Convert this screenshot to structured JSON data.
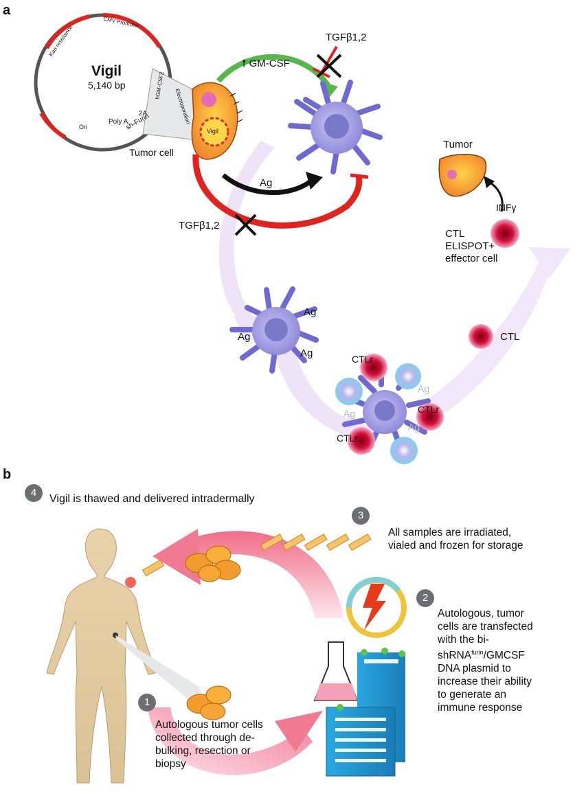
{
  "panel_a": {
    "label": "a",
    "plasmid": {
      "name": "Vigil",
      "size": "5,140 bp",
      "features": [
        "CMV Promoter",
        "Kan resistance",
        "hGM-CSF2",
        "2A",
        "sh-Furin",
        "Poly A",
        "Ori"
      ]
    },
    "electroporation": "Electroporation",
    "vigil_tag": "Vigil",
    "tumor_cell": "Tumor cell",
    "gmcsf": "GM-CSF",
    "tgfb_top": "TGFβ1,2",
    "tgfb_bottom": "TGFβ1,2",
    "ag_arrow": "Ag",
    "tumor": "Tumor",
    "infg": "INFγ",
    "ctl_effector": [
      "CTL",
      "ELISPOT+",
      "effector cell"
    ],
    "dc_ag": [
      "Ag",
      "Ag",
      "Ag"
    ],
    "ctl_single": "CTL",
    "cluster_ctlr": [
      "CTLr",
      "CTLr",
      "CTLr"
    ],
    "cluster_ag": [
      "Ag",
      "Ag",
      "Ag"
    ]
  },
  "panel_b": {
    "label": "b",
    "steps": [
      {
        "num": "4",
        "lines": [
          "Vigil is thawed and delivered intradermally"
        ]
      },
      {
        "num": "3",
        "lines": [
          "All samples are irradiated,",
          "vialed and frozen for storage"
        ]
      },
      {
        "num": "2",
        "lines": [
          "Autologous, tumor",
          "cells are transfected",
          "with the bi-",
          "shRNA",
          "furin",
          "/GMCSF",
          "DNA plasmid to",
          "increase their ability",
          "to generate an",
          "immune response"
        ]
      },
      {
        "num": "1",
        "lines": [
          "Autologous tumor cells",
          "collected through de-",
          "bulking, resection or",
          "biopsy"
        ]
      }
    ]
  }
}
